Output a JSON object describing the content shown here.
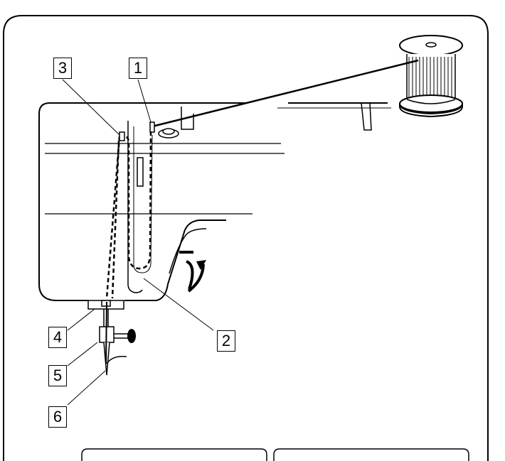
{
  "figure": {
    "callouts": [
      {
        "id": "1",
        "label": "1"
      },
      {
        "id": "2",
        "label": "2"
      },
      {
        "id": "3",
        "label": "3"
      },
      {
        "id": "4",
        "label": "4"
      },
      {
        "id": "5",
        "label": "5"
      },
      {
        "id": "6",
        "label": "6"
      }
    ],
    "colors": {
      "line": "#000000",
      "background": "#ffffff",
      "thread": "#000000"
    }
  }
}
